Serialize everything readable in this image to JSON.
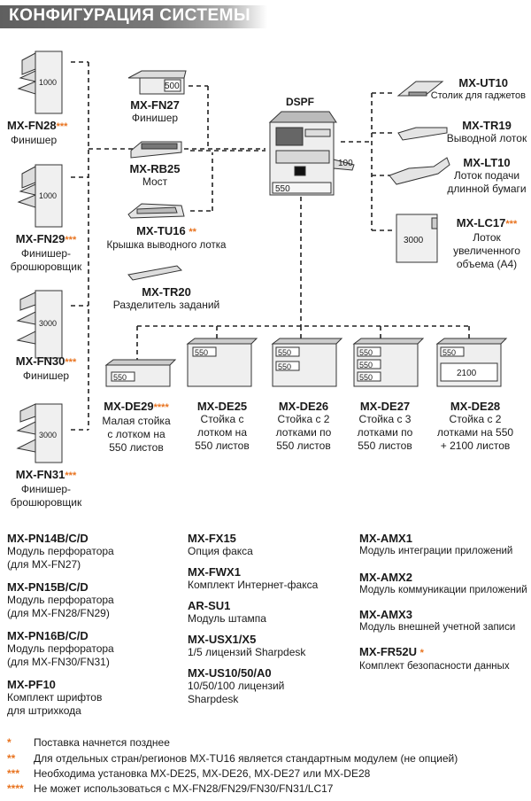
{
  "title": "КОНФИГУРАЦИЯ СИСТЕМЫ",
  "colors": {
    "star": "#e8731f",
    "title_bg": "#6a6a6a"
  },
  "finishers": [
    {
      "code": "MX-FN28",
      "star": "***",
      "desc": [
        "Финишер"
      ],
      "capacity": "1000"
    },
    {
      "code": "MX-FN29",
      "star": "***",
      "desc": [
        "Финишер-",
        "брошюровщик"
      ],
      "capacity": "1000"
    },
    {
      "code": "MX-FN30",
      "star": "***",
      "desc": [
        "Финишер"
      ],
      "capacity": "3000"
    },
    {
      "code": "MX-FN31",
      "star": "***",
      "desc": [
        "Финишер-",
        "брошюровщик"
      ],
      "capacity": "3000"
    }
  ],
  "center_options": [
    {
      "code": "MX-FN27",
      "star": "",
      "desc": "Финишер",
      "capacity": "500"
    },
    {
      "code": "MX-RB25",
      "star": "",
      "desc": "Мост"
    },
    {
      "code": "MX-TU16",
      "star": "**",
      "desc": "Крышка выводного лотка"
    },
    {
      "code": "MX-TR20",
      "star": "",
      "desc": "Разделитель заданий"
    }
  ],
  "main_unit": {
    "dspf": "DSPF",
    "tray_100": "100",
    "tray_550": "550"
  },
  "right_options": [
    {
      "code": "MX-UT10",
      "star": "",
      "desc": [
        "Столик для гаджетов"
      ]
    },
    {
      "code": "MX-TR19",
      "star": "",
      "desc": [
        "Выводной лоток"
      ]
    },
    {
      "code": "MX-LT10",
      "star": "",
      "desc": [
        "Лоток подачи",
        "длинной бумаги"
      ]
    },
    {
      "code": "MX-LC17",
      "star": "***",
      "desc": [
        "Лоток",
        "увеличенного",
        "объема (А4)"
      ],
      "capacity": "3000"
    }
  ],
  "stands": [
    {
      "code": "MX-DE29",
      "star": "****",
      "desc": [
        "Малая стойка",
        "с лотком на",
        "550 листов"
      ],
      "trays": [
        "550"
      ]
    },
    {
      "code": "MX-DE25",
      "star": "",
      "desc": [
        "Стойка с",
        "лотком на",
        "550 листов"
      ],
      "trays": [
        "550"
      ]
    },
    {
      "code": "MX-DE26",
      "star": "",
      "desc": [
        "Стойка с 2",
        "лотками по",
        "550 листов"
      ],
      "trays": [
        "550",
        "550"
      ]
    },
    {
      "code": "MX-DE27",
      "star": "",
      "desc": [
        "Стойка с 3",
        "лотками по",
        "550 листов"
      ],
      "trays": [
        "550",
        "550",
        "550"
      ]
    },
    {
      "code": "MX-DE28",
      "star": "",
      "desc": [
        "Стойка с 2",
        "лотками на 550",
        "+ 2100 листов"
      ],
      "trays": [
        "550",
        "2100"
      ]
    }
  ],
  "options_col1": [
    {
      "code": "MX-PN14B/C/D",
      "star": "",
      "desc": [
        "Модуль перфоратора",
        "(для MX-FN27)"
      ]
    },
    {
      "code": "MX-PN15B/C/D",
      "star": "",
      "desc": [
        "Модуль перфоратора",
        "(для MX-FN28/FN29)"
      ]
    },
    {
      "code": "MX-PN16B/C/D",
      "star": "",
      "desc": [
        "Модуль перфоратора",
        "(для MX-FN30/FN31)"
      ]
    },
    {
      "code": "MX-PF10",
      "star": "",
      "desc": [
        "Комплект шрифтов",
        "для штрихкода"
      ]
    }
  ],
  "options_col2": [
    {
      "code": "MX-FX15",
      "star": "",
      "desc": [
        "Опция факса"
      ]
    },
    {
      "code": "MX-FWX1",
      "star": "",
      "desc": [
        "Комплект Интернет-факса"
      ]
    },
    {
      "code": "AR-SU1",
      "star": "",
      "desc": [
        "Модуль штампа"
      ]
    },
    {
      "code": "MX-USX1/X5",
      "star": "",
      "desc": [
        "1/5 лицензий Sharpdesk"
      ]
    },
    {
      "code": "MX-US10/50/A0",
      "star": "",
      "desc": [
        "10/50/100 лицензий",
        "Sharpdesk"
      ]
    }
  ],
  "options_col3": [
    {
      "code": "MX-AMX1",
      "star": "",
      "desc": [
        "Модуль интеграции приложений"
      ]
    },
    {
      "code": "MX-AMX2",
      "star": "",
      "desc": [
        "Модуль коммуникации приложений"
      ]
    },
    {
      "code": "MX-AMX3",
      "star": "",
      "desc": [
        "Модуль внешней учетной записи"
      ]
    },
    {
      "code": "MX-FR52U",
      "star": "*",
      "desc": [
        "Комплект безопасности данных"
      ]
    }
  ],
  "notes": [
    {
      "mark": "*",
      "text": "Поставка начнется позднее"
    },
    {
      "mark": "**",
      "text": "Для отдельных стран/регионов MX-TU16 является стандартным модулем (не опцией)"
    },
    {
      "mark": "***",
      "text": "Необходима установка MX-DE25, MX-DE26, MX-DE27 или MX-DE28"
    },
    {
      "mark": "****",
      "text": "Не может использоваться с MX-FN28/FN29/FN30/FN31/LC17"
    }
  ]
}
